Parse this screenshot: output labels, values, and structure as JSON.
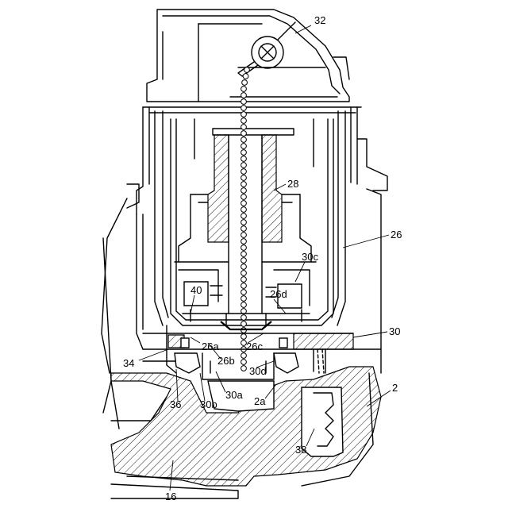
{
  "labels": {
    "l32": "32",
    "l28": "28",
    "l26": "26",
    "l30c": "30c",
    "l40": "40",
    "l26d": "26d",
    "l30": "30",
    "l26a": "26a",
    "l26c": "26c",
    "l26b": "26b",
    "l34": "34",
    "l30d": "30d",
    "l2": "2",
    "l30a": "30a",
    "l2a": "2a",
    "l36": "36",
    "l30b": "30b",
    "l38": "38",
    "l16": "16"
  }
}
